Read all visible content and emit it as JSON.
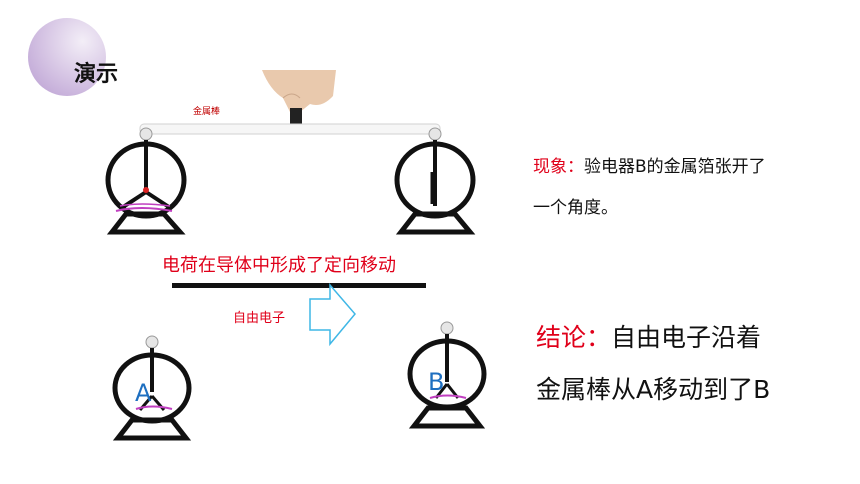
{
  "slide": {
    "title": "演示"
  },
  "scene": {
    "rod_label": "金属棒",
    "caption": "电荷在导体中形成了定向移动",
    "free_electron_label": "自由电子",
    "electroscope_a_letter": "A",
    "electroscope_b_letter": "B"
  },
  "phenomenon": {
    "label": "现象：",
    "line1": "验电器B的金属箔张开了",
    "line2": "一个角度。"
  },
  "conclusion": {
    "label": "结论：",
    "line1": "自由电子沿着",
    "line2": "金属棒从A移动到了B"
  },
  "colors": {
    "accent_red": "#e0001a",
    "letter_blue": "#1e6fc0",
    "foil_pink": "#c040c0",
    "arrow_cyan": "#3fb7e6"
  }
}
